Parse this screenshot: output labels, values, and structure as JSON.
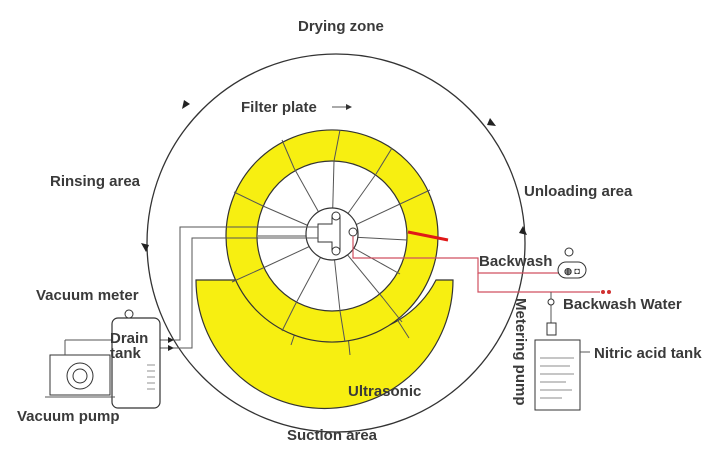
{
  "labels": {
    "drying_zone": "Drying zone",
    "filter_plate": "Filter plate",
    "rinsing_area": "Rinsing area",
    "unloading_area": "Unloading area",
    "vacuum_meter": "Vacuum meter",
    "drain_tank_1": "Drain",
    "drain_tank_2": "tank",
    "vacuum_pump": "Vacuum pump",
    "backwash": "Backwash",
    "backwash_water": "Backwash Water",
    "nitric_acid_tank": "Nitric acid tank",
    "metering_pump": "Metering pump",
    "ultrasonic": "Ultrasonic",
    "suction_area": "Suction area"
  },
  "colors": {
    "disc": "#f7ef11",
    "pipe_red": "#d05060",
    "stroke": "#333333"
  }
}
